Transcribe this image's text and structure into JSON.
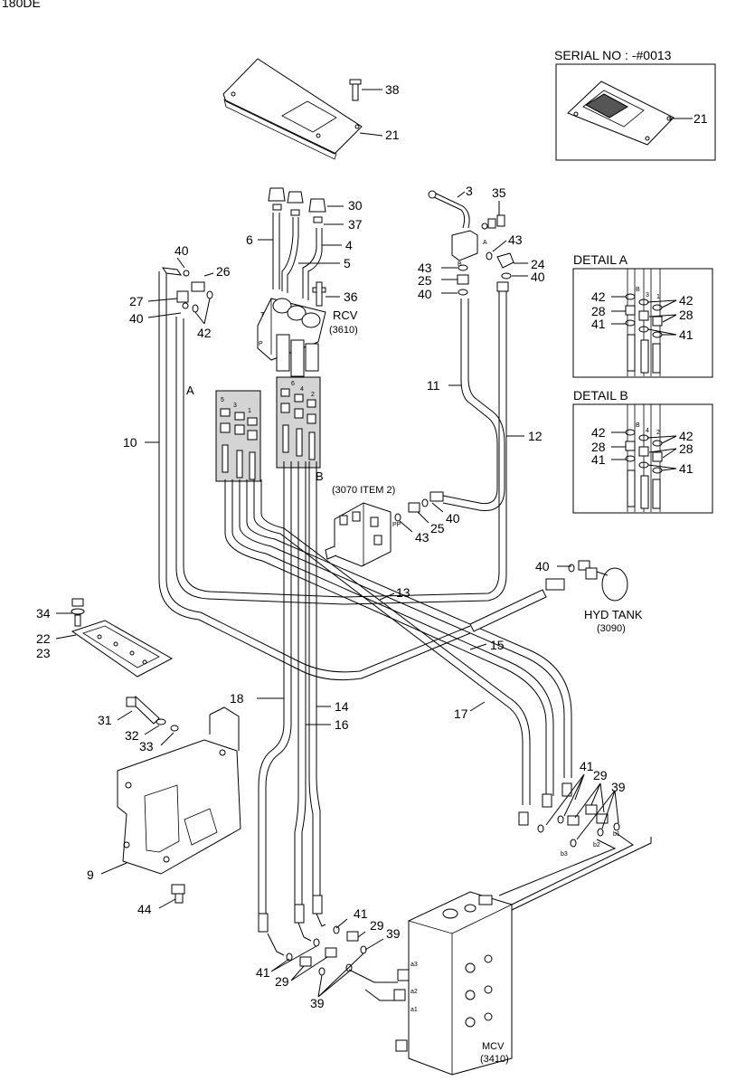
{
  "header": {
    "code": "180DE"
  },
  "serial_box": {
    "title": "SERIAL NO : -#0013",
    "part": "21"
  },
  "detail_a": {
    "title": "DETAIL A",
    "left_labels": [
      "42",
      "28",
      "41"
    ],
    "right_labels": [
      "42",
      "28",
      "41"
    ],
    "port_left": "B",
    "port_mid": "3",
    "port_right": "1"
  },
  "detail_b": {
    "title": "DETAIL B",
    "left_labels": [
      "42",
      "28",
      "41"
    ],
    "right_labels": [
      "42",
      "28",
      "41"
    ],
    "port_left": "B",
    "port_mid": "4",
    "port_right": "2"
  },
  "components": {
    "rcv": [
      "RCV",
      "(3610)"
    ],
    "mcv": [
      "MCV",
      "(3410)"
    ],
    "hyd_tank": [
      "HYD TANK",
      "(3090)"
    ],
    "ref_3070": "(3070 ITEM 2)"
  },
  "section_letters": {
    "a": "A",
    "b": "B",
    "a_port": "A",
    "b_port": "B",
    "pp": "PP"
  },
  "port_marks": {
    "b1": "b1",
    "b2": "b2",
    "b3": "b3",
    "a1": "a1",
    "a2": "a2",
    "a3": "a3"
  },
  "callouts": {
    "c38": "38",
    "c21": "21",
    "c30": "30",
    "c37": "37",
    "c6": "6",
    "c4": "4",
    "c5": "5",
    "c36": "36",
    "c40a": "40",
    "c26": "26",
    "c27": "27",
    "c40b": "40",
    "c42": "42",
    "c3": "3",
    "c35": "35",
    "c43a": "43",
    "c24": "24",
    "c43b": "43",
    "c25a": "25",
    "c40c": "40",
    "c40d": "40",
    "c11": "11",
    "c12": "12",
    "c10": "10",
    "c25b": "25",
    "c40e": "40",
    "c43c": "43",
    "c40f": "40",
    "c13": "13",
    "c15": "15",
    "c17": "17",
    "c18": "18",
    "c14": "14",
    "c16": "16",
    "c34": "34",
    "c22": "22",
    "c23": "23",
    "c31": "31",
    "c32": "32",
    "c33": "33",
    "c9": "9",
    "c44": "44",
    "c41a": "41",
    "c29a": "29",
    "c39a": "39",
    "c41b": "41",
    "c29b": "29",
    "c39b": "39",
    "c41c": "41",
    "c29c": "29",
    "c39c": "39"
  }
}
